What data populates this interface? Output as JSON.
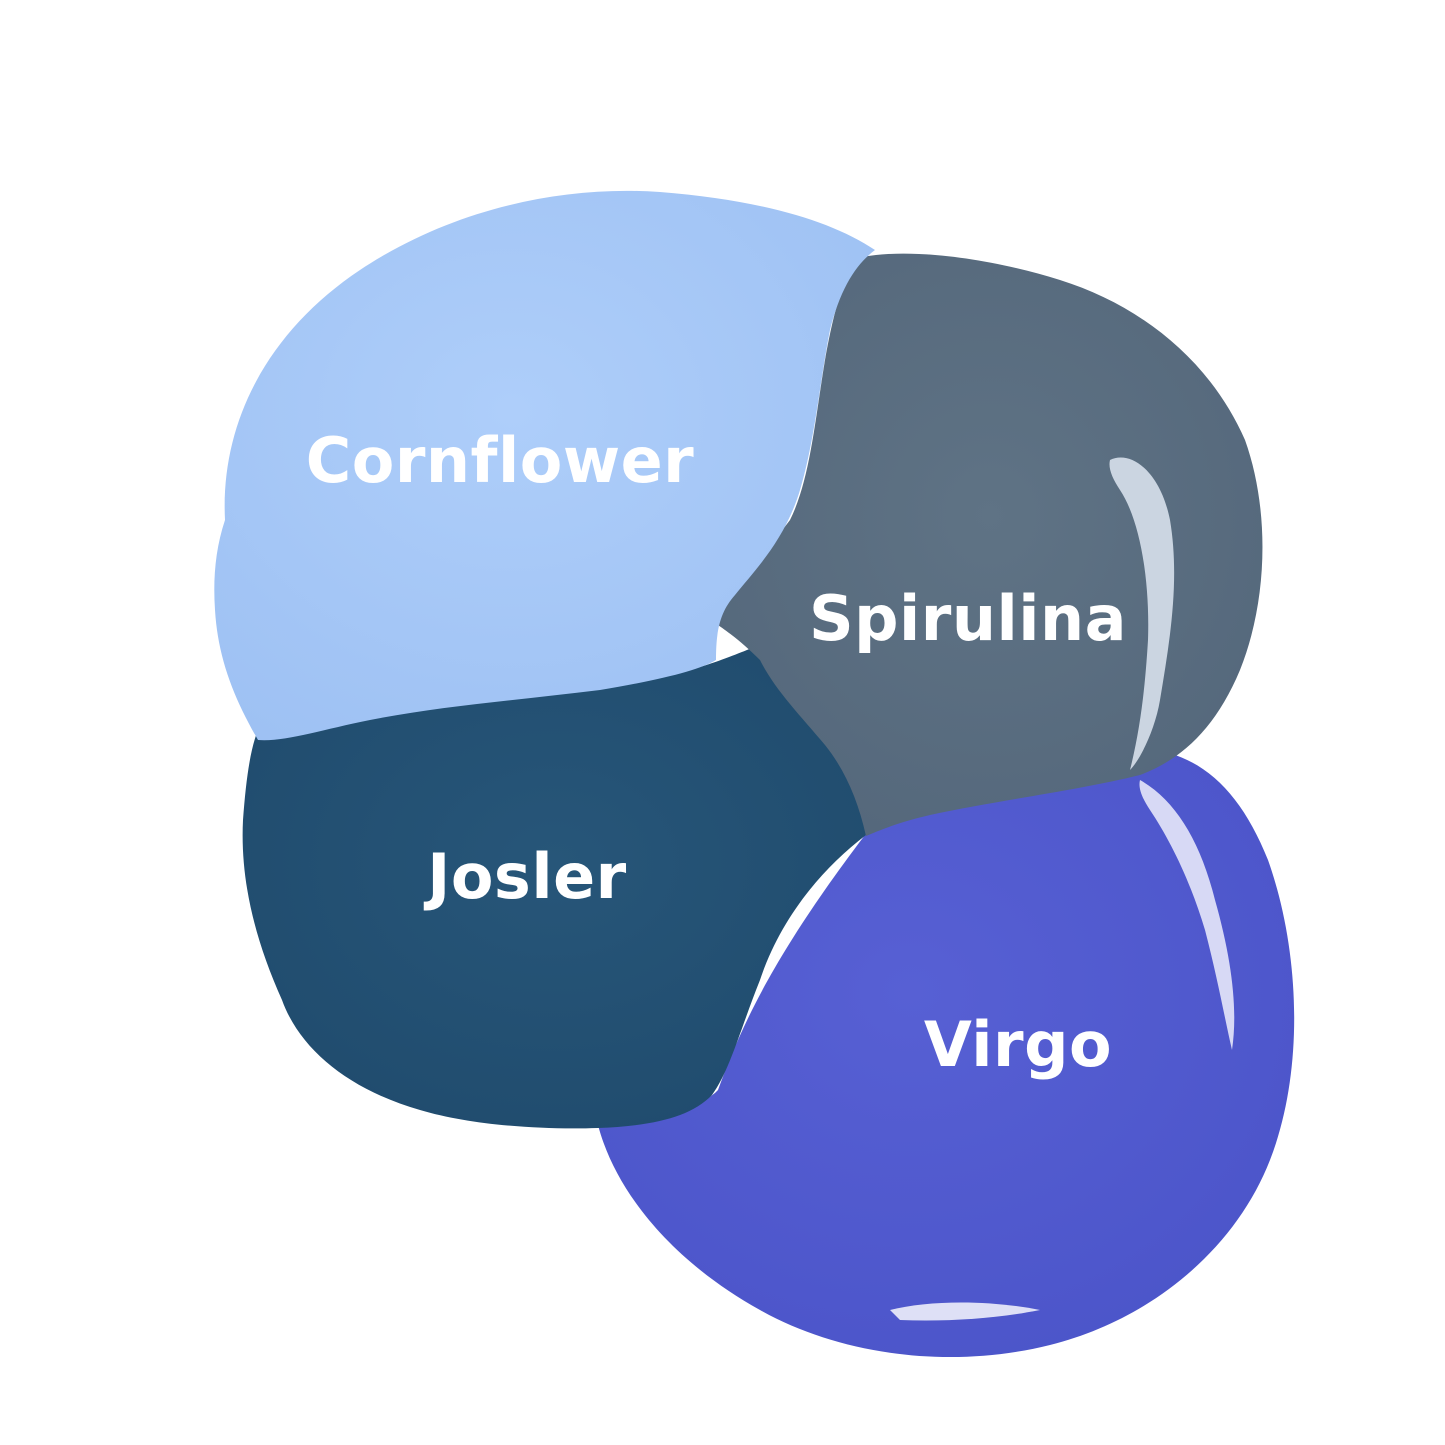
{
  "background": "#ffffff",
  "swatches": [
    {
      "id": "cornflower",
      "name": "Cornflower",
      "color": "#a8c9f7"
    },
    {
      "id": "spirulina",
      "name": "Spirulina",
      "color": "#5b6e80"
    },
    {
      "id": "josler",
      "name": "Josler",
      "color": "#245276"
    },
    {
      "id": "virgo",
      "name": "Virgo",
      "color": "#525bd0"
    }
  ]
}
